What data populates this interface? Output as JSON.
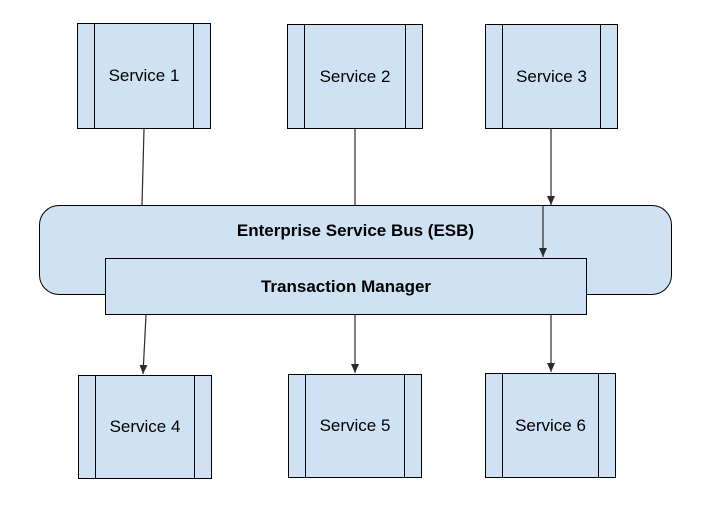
{
  "diagram": {
    "type": "esb-architecture",
    "colors": {
      "node_fill": "#cfe2f3",
      "node_border": "#000000",
      "connector": "#2b2b2b",
      "text": "#000000",
      "background": "#ffffff"
    },
    "nodes": {
      "service1": {
        "label": "Service 1",
        "shape": "component"
      },
      "service2": {
        "label": "Service 2",
        "shape": "component"
      },
      "service3": {
        "label": "Service 3",
        "shape": "component"
      },
      "esb": {
        "label": "Enterprise Service Bus (ESB)",
        "shape": "rounded-rectangle"
      },
      "transactionManager": {
        "label": "Transaction Manager",
        "shape": "rectangle"
      },
      "service4": {
        "label": "Service 4",
        "shape": "component"
      },
      "service5": {
        "label": "Service 5",
        "shape": "component"
      },
      "service6": {
        "label": "Service 6",
        "shape": "component"
      }
    },
    "edges": [
      {
        "from": "service1",
        "to": "esb",
        "arrowhead": false
      },
      {
        "from": "service2",
        "to": "esb",
        "arrowhead": false
      },
      {
        "from": "service3",
        "to": "esb",
        "arrowhead": true
      },
      {
        "from": "esb",
        "to": "transactionManager",
        "arrowhead": true
      },
      {
        "from": "transactionManager",
        "to": "service4",
        "arrowhead": true
      },
      {
        "from": "transactionManager",
        "to": "service5",
        "arrowhead": true
      },
      {
        "from": "transactionManager",
        "to": "service6",
        "arrowhead": true
      }
    ]
  }
}
